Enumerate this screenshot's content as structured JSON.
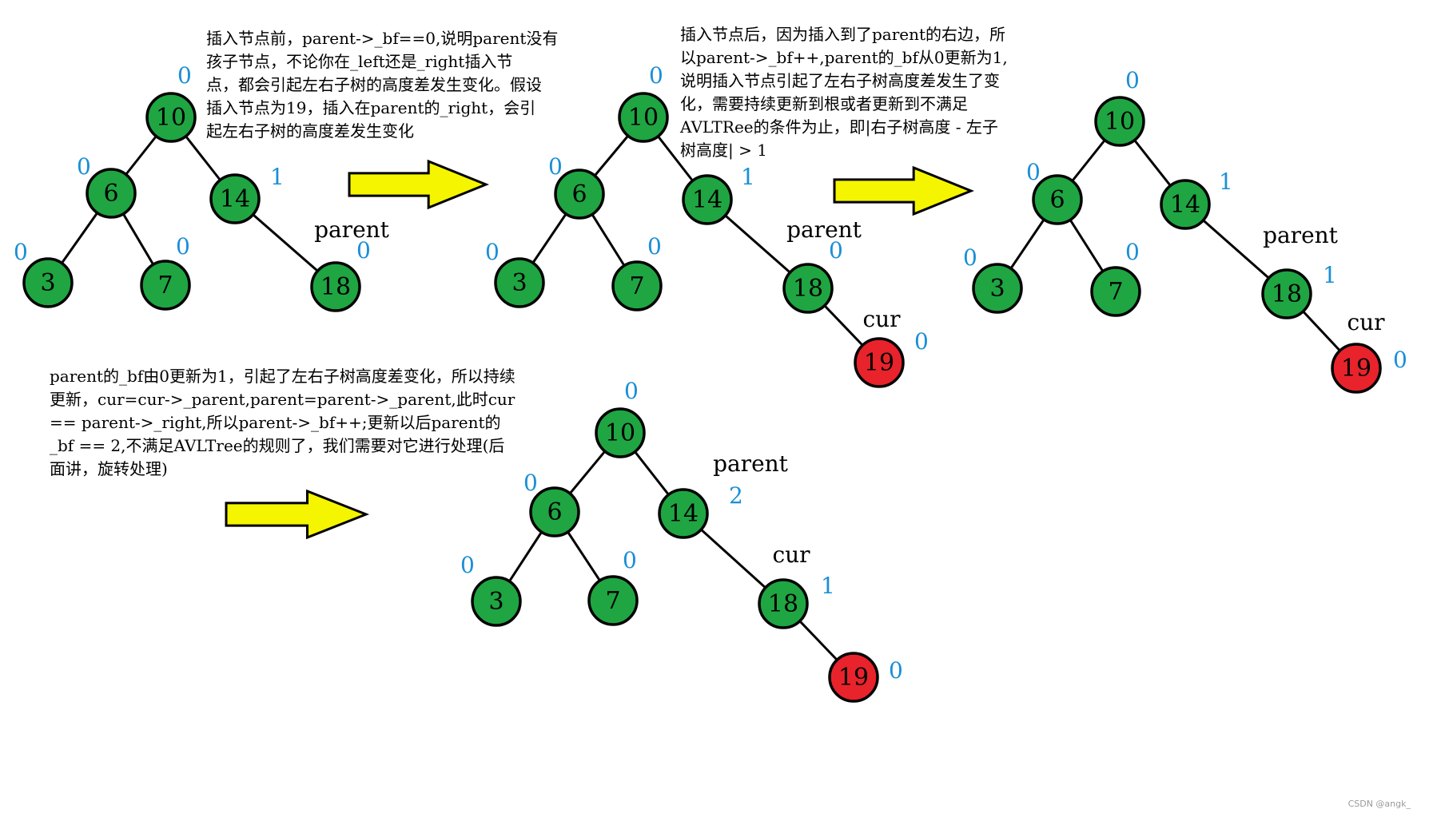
{
  "colors": {
    "node_fill": "#1fa542",
    "node_new_fill": "#e8232b",
    "node_stroke": "#000000",
    "edge": "#000000",
    "bf_label": "#1a8fd6",
    "arrow_fill": "#f5f500",
    "arrow_stroke": "#000000"
  },
  "captions": [
    {
      "id": "caption-1",
      "text": "插入节点前，parent->_bf==0,说明parent没有\n孩子节点，不论你在_left还是_right插入节\n点，都会引起左右子树的高度差发生变化。假设\n插入节点为19，插入在parent的_right，会引\n起左右子树的高度差发生变化"
    },
    {
      "id": "caption-2",
      "text": "插入节点后，因为插入到了parent的右边，所\n以parent->_bf++,parent的_bf从0更新为1,\n说明插入节点引起了左右子树高度差发生了变\n化，需要持续更新到根或者更新到不满足\nAVLTRee的条件为止，即|右子树高度 - 左子\n树高度| > 1"
    },
    {
      "id": "caption-3",
      "text": "parent的_bf由0更新为1，引起了左右子树高度差变化，所以持续\n更新，cur=cur->_parent,parent=parent->_parent,此时cur\n== parent->_right,所以parent->_bf++;更新以后parent的\n_bf == 2,不满足AVLTree的规则了，我们需要对它进行处理(后\n面讲，旋转处理)"
    }
  ],
  "trees": [
    {
      "id": "tree-1",
      "nodes": [
        {
          "key": "10",
          "bf": "0",
          "status": "normal"
        },
        {
          "key": "6",
          "bf": "0",
          "status": "normal"
        },
        {
          "key": "14",
          "bf": "1",
          "status": "normal"
        },
        {
          "key": "3",
          "bf": "0",
          "status": "normal"
        },
        {
          "key": "7",
          "bf": "0",
          "status": "normal"
        },
        {
          "key": "18",
          "bf": "0",
          "status": "normal",
          "tag": "parent"
        }
      ],
      "edges": [
        [
          "10",
          "6"
        ],
        [
          "10",
          "14"
        ],
        [
          "6",
          "3"
        ],
        [
          "6",
          "7"
        ],
        [
          "14",
          "18"
        ]
      ]
    },
    {
      "id": "tree-2",
      "nodes": [
        {
          "key": "10",
          "bf": "0",
          "status": "normal"
        },
        {
          "key": "6",
          "bf": "0",
          "status": "normal"
        },
        {
          "key": "14",
          "bf": "1",
          "status": "normal"
        },
        {
          "key": "3",
          "bf": "0",
          "status": "normal"
        },
        {
          "key": "7",
          "bf": "0",
          "status": "normal"
        },
        {
          "key": "18",
          "bf": "0",
          "status": "normal",
          "tag": "parent"
        },
        {
          "key": "19",
          "bf": "0",
          "status": "new",
          "tag": "cur"
        }
      ],
      "edges": [
        [
          "10",
          "6"
        ],
        [
          "10",
          "14"
        ],
        [
          "6",
          "3"
        ],
        [
          "6",
          "7"
        ],
        [
          "14",
          "18"
        ],
        [
          "18",
          "19"
        ]
      ]
    },
    {
      "id": "tree-3",
      "nodes": [
        {
          "key": "10",
          "bf": "0",
          "status": "normal"
        },
        {
          "key": "6",
          "bf": "0",
          "status": "normal"
        },
        {
          "key": "14",
          "bf": "1",
          "status": "normal"
        },
        {
          "key": "3",
          "bf": "0",
          "status": "normal"
        },
        {
          "key": "7",
          "bf": "0",
          "status": "normal"
        },
        {
          "key": "18",
          "bf": "1",
          "status": "normal",
          "tag": "parent"
        },
        {
          "key": "19",
          "bf": "0",
          "status": "new",
          "tag": "cur"
        }
      ],
      "edges": [
        [
          "10",
          "6"
        ],
        [
          "10",
          "14"
        ],
        [
          "6",
          "3"
        ],
        [
          "6",
          "7"
        ],
        [
          "14",
          "18"
        ],
        [
          "18",
          "19"
        ]
      ]
    },
    {
      "id": "tree-4",
      "nodes": [
        {
          "key": "10",
          "bf": "0",
          "status": "normal"
        },
        {
          "key": "6",
          "bf": "0",
          "status": "normal"
        },
        {
          "key": "14",
          "bf": "2",
          "status": "normal",
          "tag": "parent"
        },
        {
          "key": "3",
          "bf": "0",
          "status": "normal"
        },
        {
          "key": "7",
          "bf": "0",
          "status": "normal"
        },
        {
          "key": "18",
          "bf": "1",
          "status": "normal",
          "tag": "cur"
        },
        {
          "key": "19",
          "bf": "0",
          "status": "new"
        }
      ],
      "edges": [
        [
          "10",
          "6"
        ],
        [
          "10",
          "14"
        ],
        [
          "6",
          "3"
        ],
        [
          "6",
          "7"
        ],
        [
          "14",
          "18"
        ],
        [
          "18",
          "19"
        ]
      ]
    }
  ],
  "watermark": "CSDN @angk_"
}
